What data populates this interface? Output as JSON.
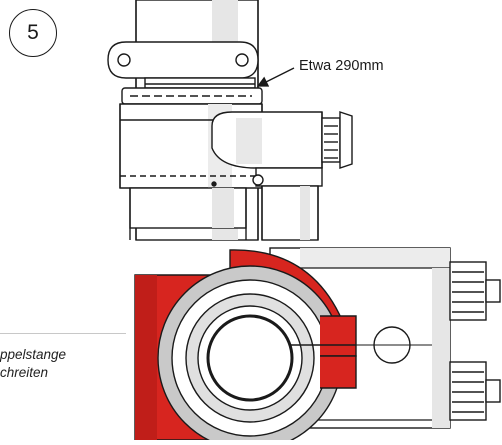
{
  "step": {
    "number": "5"
  },
  "measurement": {
    "label": "Etwa 290mm"
  },
  "note": {
    "line1": "ppelstange",
    "line2": "chreiten"
  },
  "colors": {
    "outline": "#1a1a1a",
    "clamp_red": "#d7251f",
    "pipe_shade": "#e2e2e2",
    "gray_ring": "#c9c9c9"
  }
}
